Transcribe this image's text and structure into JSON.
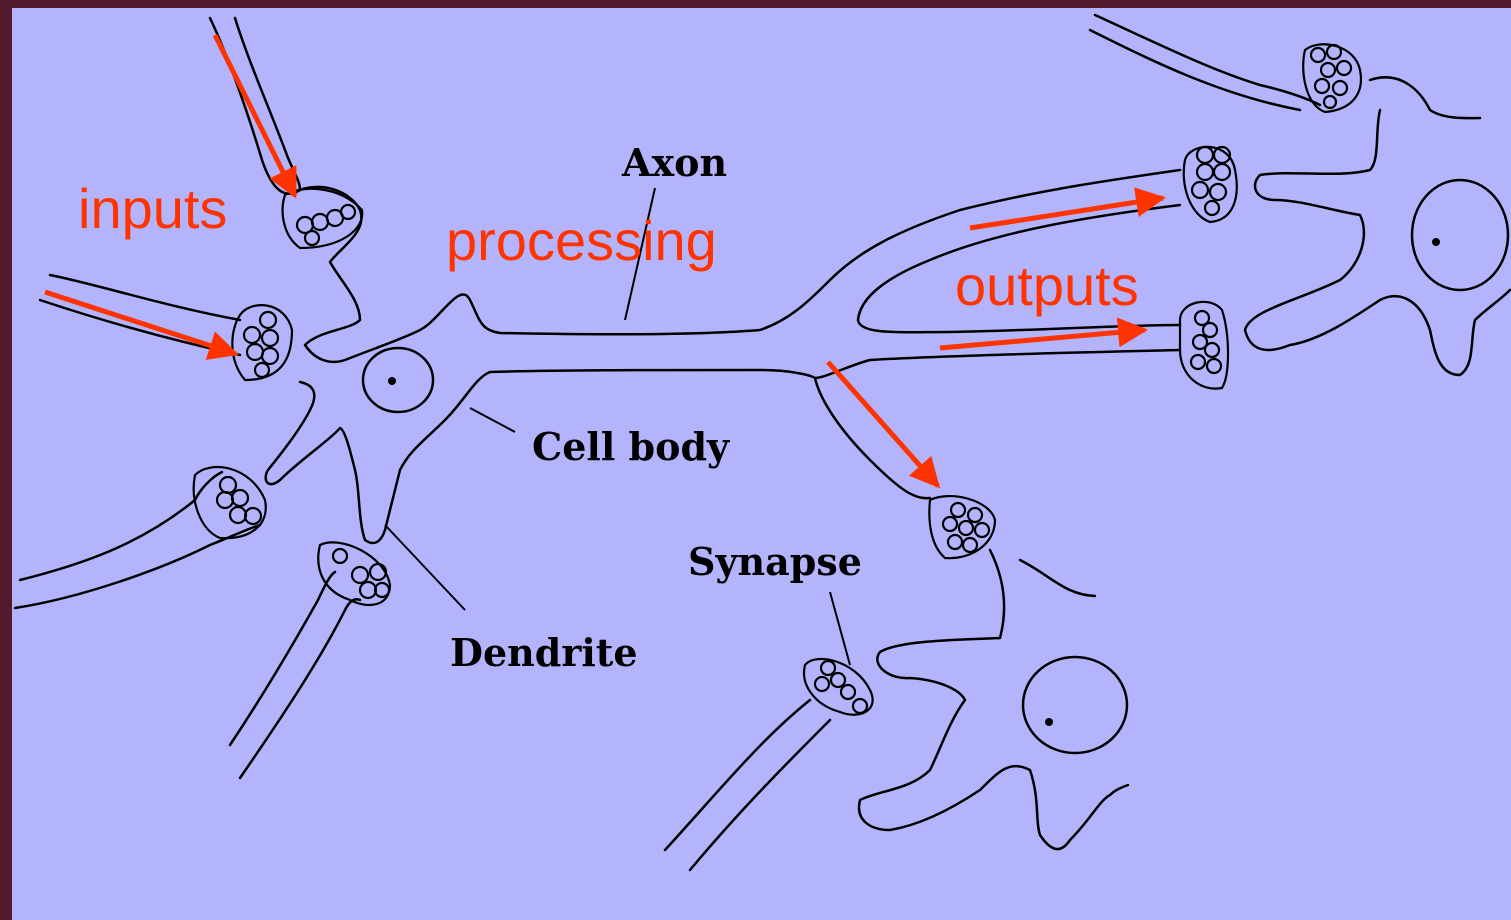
{
  "labels": {
    "axon": "Axon",
    "cell_body": "Cell body",
    "dendrite": "Dendrite",
    "synapse": "Synapse"
  },
  "annotations": {
    "inputs": "inputs",
    "processing": "processing",
    "outputs": "outputs"
  },
  "colors": {
    "frame": "#521a2c",
    "background": "#b4b4fc",
    "annotation": "#ff3300",
    "line": "#000000"
  }
}
